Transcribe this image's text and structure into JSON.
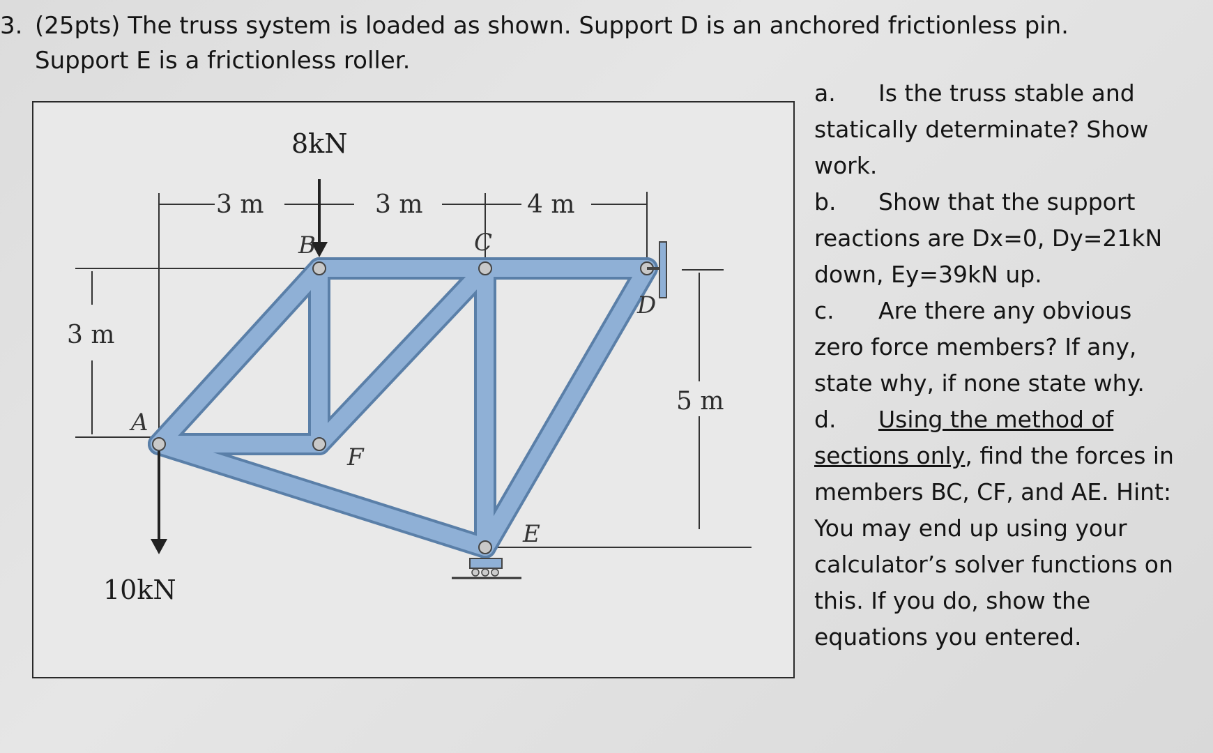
{
  "problem": {
    "number": "3.",
    "text": "(25pts) The truss system is loaded as shown. Support D is an anchored frictionless pin. Support E is a frictionless roller."
  },
  "figure": {
    "loads": {
      "top": "8kN",
      "left": "10kN"
    },
    "dimensions": {
      "ab": "3 m",
      "bc": "3 m",
      "cd": "4 m",
      "left_height": "3 m",
      "right_height": "5 m"
    },
    "points": {
      "A": "A",
      "B": "B",
      "C": "C",
      "D": "D",
      "E": "E",
      "F": "F"
    }
  },
  "questions": {
    "a": {
      "letter": "a.",
      "text": "Is the truss stable and statically determinate? Show work."
    },
    "b": {
      "letter": "b.",
      "text": "Show that the support reactions are Dx=0, Dy=21kN down, Ey=39kN up."
    },
    "c": {
      "letter": "c.",
      "text": "Are there any obvious zero force members? If any, state why, if none state why."
    },
    "d": {
      "letter": "d.",
      "underlined": "Using the method of sections only",
      "text": ", find the forces in members BC, CF, and AE. Hint: You may end up using your calculator’s solver functions on this. If you do, show the equations you entered."
    }
  },
  "colors": {
    "member_fill": "#8fb0d6",
    "member_edge": "#5a7fa8",
    "frame_bg": "#e9e9e9",
    "ink": "#2b2b2b"
  }
}
